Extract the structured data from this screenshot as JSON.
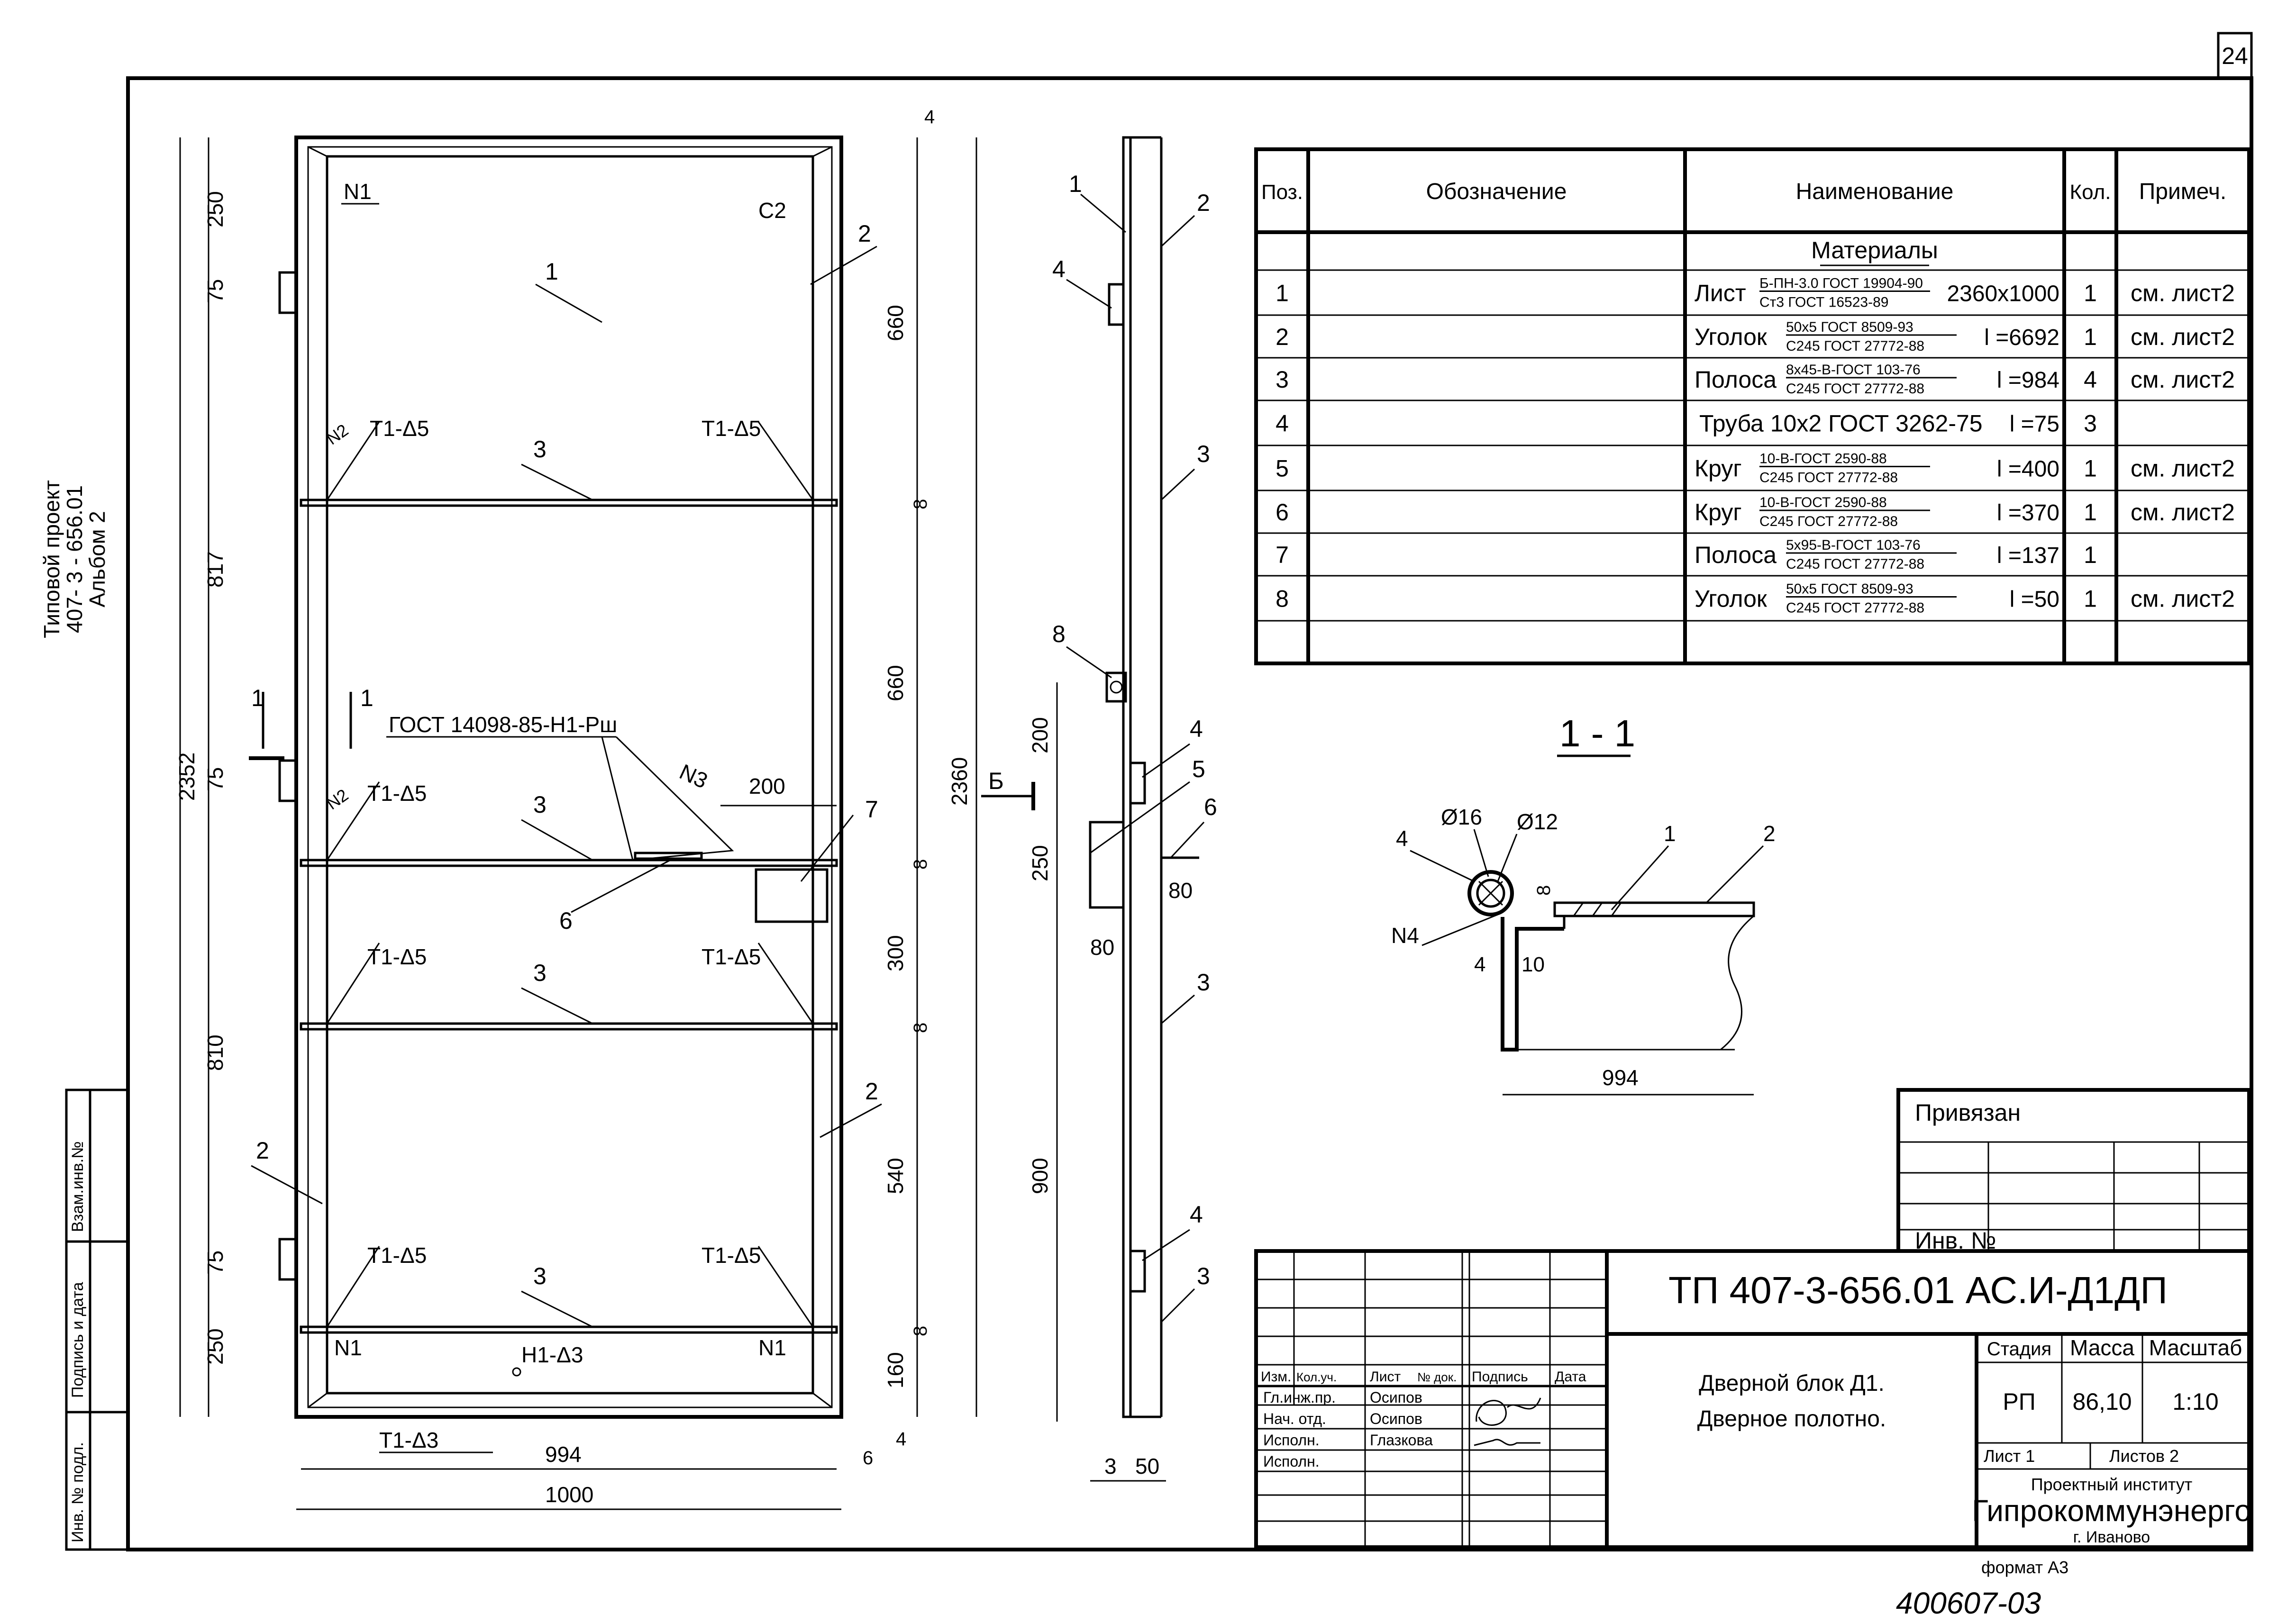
{
  "sheet_number": "24",
  "side_title": {
    "line1": "Типовой проект",
    "line2": "407- 3 - 656.01",
    "line3": "Альбом 2"
  },
  "side_stamp": [
    "Инв. № подл.",
    "Подпись и дата",
    "Взам.инв.№"
  ],
  "front_view": {
    "callouts": [
      "1",
      "2",
      "2",
      "2",
      "3",
      "3",
      "3",
      "3",
      "6",
      "7"
    ],
    "weld_marks": [
      "N1",
      "C2",
      "T1-Δ5",
      "H1-Δ3",
      "T1-Δ3",
      "N2",
      "N3"
    ],
    "gost_note": "ГОСТ 14098-85-Н1-Рш",
    "section_marker": "1",
    "dims_left": [
      "250",
      "75",
      "817",
      "2352",
      "75",
      "810",
      "75",
      "250"
    ],
    "dims_right": [
      "4",
      "660",
      "8",
      "660",
      "8",
      "300",
      "8",
      "540",
      "8",
      "160",
      "4",
      "2360"
    ],
    "dims_bottom": [
      "994",
      "1000",
      "6"
    ],
    "dim_200": "200"
  },
  "side_view": {
    "callouts": [
      "1",
      "2",
      "3",
      "3",
      "3",
      "4",
      "4",
      "4",
      "5",
      "6",
      "8"
    ],
    "section_letter": "Б",
    "dims": [
      "200",
      "250",
      "900",
      "80",
      "80",
      "3",
      "50"
    ]
  },
  "spec_table": {
    "headers": [
      "Поз.",
      "Обозначение",
      "Наименование",
      "Кол.",
      "Примеч."
    ],
    "group": "Материалы",
    "rows": [
      {
        "pos": "1",
        "name": "Лист",
        "top": "Б-ПН-3.0 ГОСТ 19904-90",
        "bottom": "Ст3 ГОСТ 16523-89",
        "extra": "2360х1000",
        "qty": "1",
        "note": "см. лист2"
      },
      {
        "pos": "2",
        "name": "Уголок",
        "top": "50х5 ГОСТ 8509-93",
        "bottom": "С245 ГОСТ 27772-88",
        "extra": "l =6692",
        "qty": "1",
        "note": "см. лист2"
      },
      {
        "pos": "3",
        "name": "Полоса",
        "top": "8х45-В-ГОСТ 103-76",
        "bottom": "С245 ГОСТ 27772-88",
        "extra": "l =984",
        "qty": "4",
        "note": "см. лист2"
      },
      {
        "pos": "4",
        "name": "Труба 10х2 ГОСТ 3262-75",
        "top": "",
        "bottom": "",
        "extra": "l =75",
        "qty": "3",
        "note": ""
      },
      {
        "pos": "5",
        "name": "Круг",
        "top": "10-В-ГОСТ 2590-88",
        "bottom": "С245 ГОСТ 27772-88",
        "extra": "l =400",
        "qty": "1",
        "note": "см. лист2"
      },
      {
        "pos": "6",
        "name": "Круг",
        "top": "10-В-ГОСТ 2590-88",
        "bottom": "С245 ГОСТ 27772-88",
        "extra": "l =370",
        "qty": "1",
        "note": "см. лист2"
      },
      {
        "pos": "7",
        "name": "Полоса",
        "top": "5х95-В-ГОСТ 103-76",
        "bottom": "С245 ГОСТ 27772-88",
        "extra": "l =137",
        "qty": "1",
        "note": ""
      },
      {
        "pos": "8",
        "name": "Уголок",
        "top": "50х5 ГОСТ 8509-93",
        "bottom": "С245 ГОСТ 27772-88",
        "extra": "l =50",
        "qty": "1",
        "note": "см. лист2"
      }
    ]
  },
  "section_1_1": {
    "title": "1 - 1",
    "labels": [
      "4",
      "Ø16",
      "Ø12",
      "1",
      "2",
      "8",
      "N4",
      "4",
      "10",
      "994"
    ]
  },
  "title_block": {
    "privyazan": "Привязан",
    "inv_no": "Инв. №",
    "code": "ТП   407-3-656.01   АС.И-Д1ДП",
    "sig_headers": [
      "Изм.",
      "Кол.уч.",
      "Лист",
      "№ док.",
      "Подпись",
      "Дата"
    ],
    "roles": [
      "Гл.инж.пр.",
      "Нач. отд.",
      "Исполн.",
      "Исполн."
    ],
    "names": [
      "Осипов",
      "Осипов",
      "Глазкова",
      ""
    ],
    "description_1": "Дверной блок Д1.",
    "description_2": "Дверное полотно.",
    "stage_header": "Стадия",
    "mass_header": "Масса",
    "scale_header": "Масштаб",
    "stage": "РП",
    "mass": "86,10",
    "scale": "1:10",
    "sheet": "Лист 1",
    "sheets": "Листов 2",
    "org_1": "Проектный институт",
    "org_2": "Гипрокоммунэнерго",
    "org_3": "г. Иваново",
    "format": "формат А3",
    "handwritten": "400607-03"
  }
}
